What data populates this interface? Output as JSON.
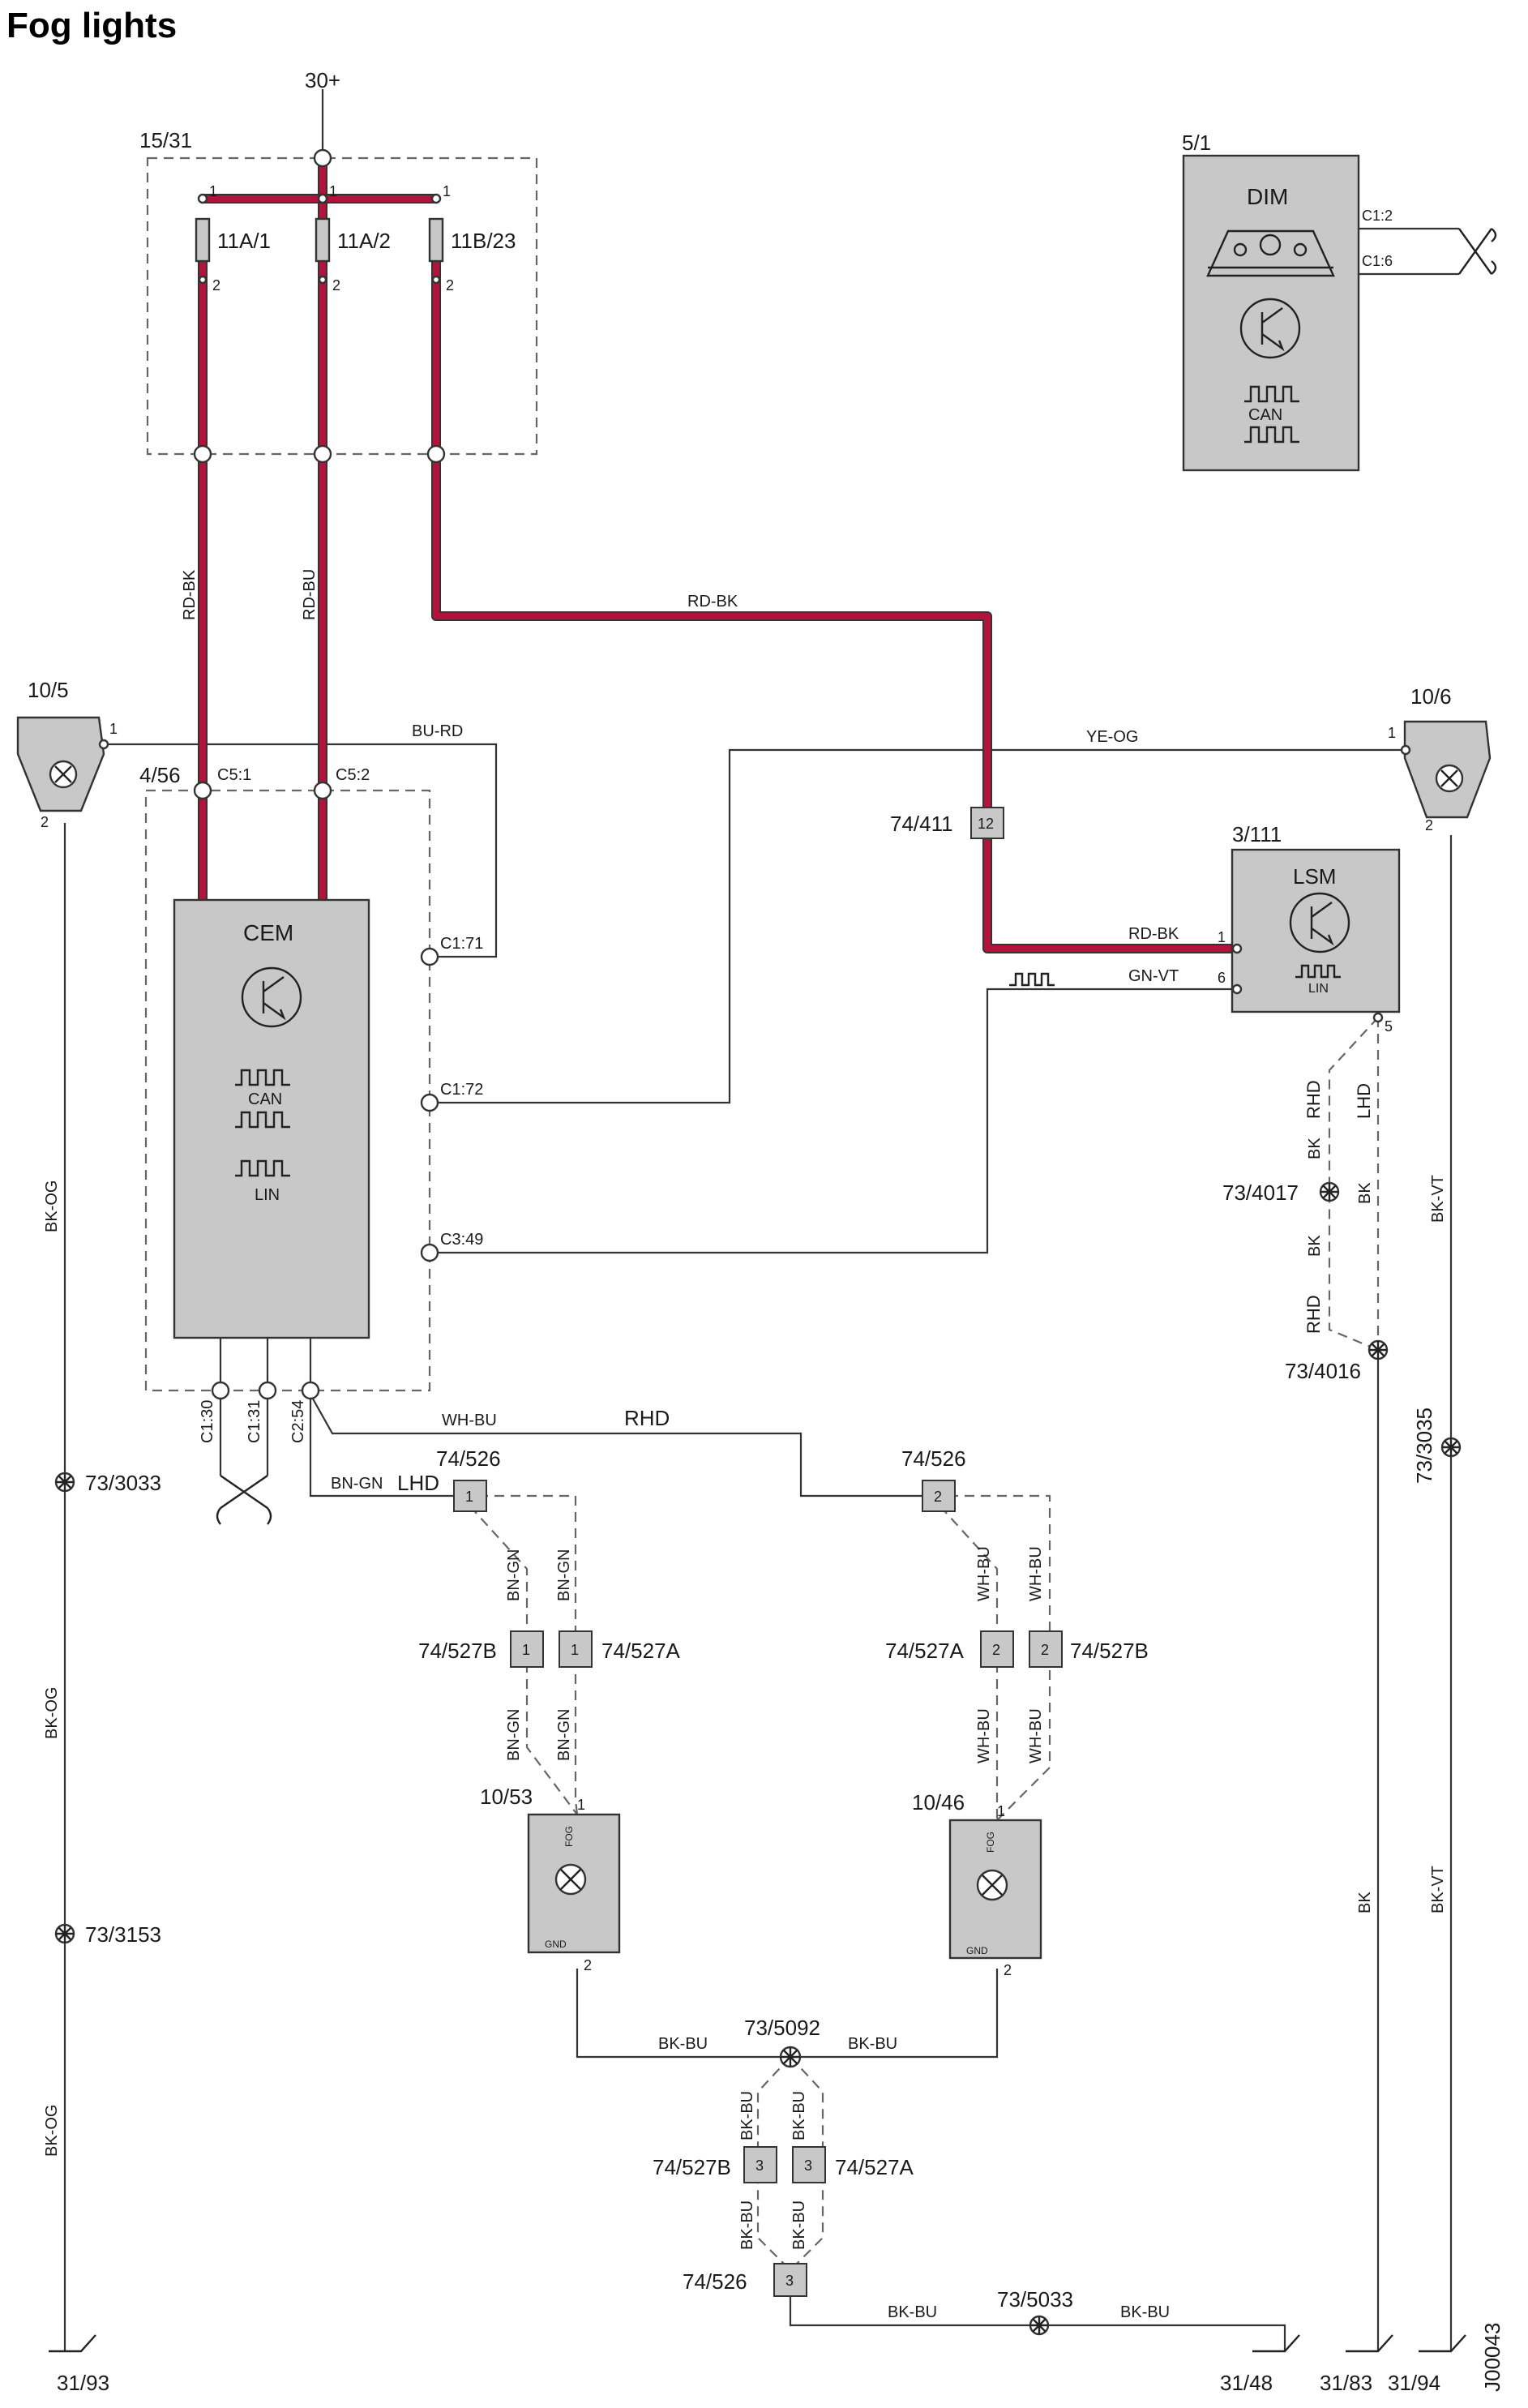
{
  "title": "Fog lights",
  "doc_id": "J00043",
  "supply": {
    "label": "30+"
  },
  "fuse_box": {
    "id": "15/31",
    "fuses": [
      {
        "id": "11A/1",
        "pin_in": "1",
        "pin_out": "2"
      },
      {
        "id": "11A/2",
        "pin_in": "1",
        "pin_out": "2"
      },
      {
        "id": "11B/23",
        "pin_in": "1",
        "pin_out": "2"
      }
    ]
  },
  "dim": {
    "id": "5/1",
    "name": "DIM",
    "pins": [
      "C1:2",
      "C1:6"
    ],
    "bus_label": "CAN"
  },
  "cem": {
    "id": "4/56",
    "name": "CEM",
    "bus_labels": [
      "CAN",
      "LIN"
    ],
    "top_pins": [
      "C5:1",
      "C5:2"
    ],
    "side_pins": [
      "C1:71",
      "C1:72",
      "C3:49"
    ],
    "bottom_pins": [
      "C1:30",
      "C1:31",
      "C2:54"
    ]
  },
  "lsm": {
    "id": "3/111",
    "name": "LSM",
    "bus_label": "LIN",
    "pins": [
      "1",
      "6",
      "5"
    ]
  },
  "switches": [
    {
      "id": "10/5",
      "pins": [
        "1",
        "2"
      ]
    },
    {
      "id": "10/6",
      "pins": [
        "1",
        "2"
      ]
    }
  ],
  "lamps": [
    {
      "id": "10/53",
      "fn_label": "FOG",
      "gnd_label": "GND",
      "pins": [
        "1",
        "2"
      ]
    },
    {
      "id": "10/46",
      "fn_label": "FOG",
      "gnd_label": "GND",
      "pins": [
        "1",
        "2"
      ]
    }
  ],
  "wires": {
    "rd_bk_1": "RD-BK",
    "rd_bu": "RD-BU",
    "rd_bk_2": "RD-BK",
    "rd_bk_3": "RD-BK",
    "bu_rd": "BU-RD",
    "ye_og": "YE-OG",
    "gn_vt": "GN-VT",
    "wh_bu_main": "WH-BU",
    "bn_gn_main": "BN-GN",
    "bn_gn_a": "BN-GN",
    "bn_gn_b": "BN-GN",
    "bn_gn_c": "BN-GN",
    "bn_gn_d": "BN-GN",
    "wh_bu_a": "WH-BU",
    "wh_bu_b": "WH-BU",
    "wh_bu_c": "WH-BU",
    "wh_bu_d": "WH-BU",
    "bk_bu_l": "BK-BU",
    "bk_bu_r": "BK-BU",
    "bk_bu_a": "BK-BU",
    "bk_bu_b": "BK-BU",
    "bk_bu_c": "BK-BU",
    "bk_bu_d": "BK-BU",
    "bk_bu_e": "BK-BU",
    "bk_bu_f": "BK-BU",
    "bk_og_1": "BK-OG",
    "bk_og_2": "BK-OG",
    "bk_og_3": "BK-OG",
    "bk_vt_1": "BK-VT",
    "bk_vt_2": "BK-VT",
    "bk_main": "BK",
    "bk_a": "BK",
    "bk_b": "BK",
    "bk_c": "BK",
    "rhd_a": "RHD",
    "rhd_b": "RHD",
    "lhd_a": "LHD"
  },
  "variants": {
    "rhd": "RHD",
    "lhd": "LHD"
  },
  "connectors": {
    "c411": {
      "id": "74/411",
      "pin": "12"
    },
    "c526_1": {
      "id": "74/526",
      "pin": "1"
    },
    "c526_2": {
      "id": "74/526",
      "pin": "2"
    },
    "c526_3": {
      "id": "74/526",
      "pin": "3"
    },
    "c527b_1": {
      "id": "74/527B",
      "pin": "1"
    },
    "c527a_1": {
      "id": "74/527A",
      "pin": "1"
    },
    "c527a_2": {
      "id": "74/527A",
      "pin": "2"
    },
    "c527b_2": {
      "id": "74/527B",
      "pin": "2"
    },
    "c527b_3": {
      "id": "74/527B",
      "pin": "3"
    },
    "c527a_3": {
      "id": "74/527A",
      "pin": "3"
    }
  },
  "splices": [
    "73/4017",
    "73/4016",
    "73/3033",
    "73/3153",
    "73/3035",
    "73/5092",
    "73/5033"
  ],
  "grounds": [
    "31/93",
    "31/48",
    "31/83",
    "31/94"
  ]
}
